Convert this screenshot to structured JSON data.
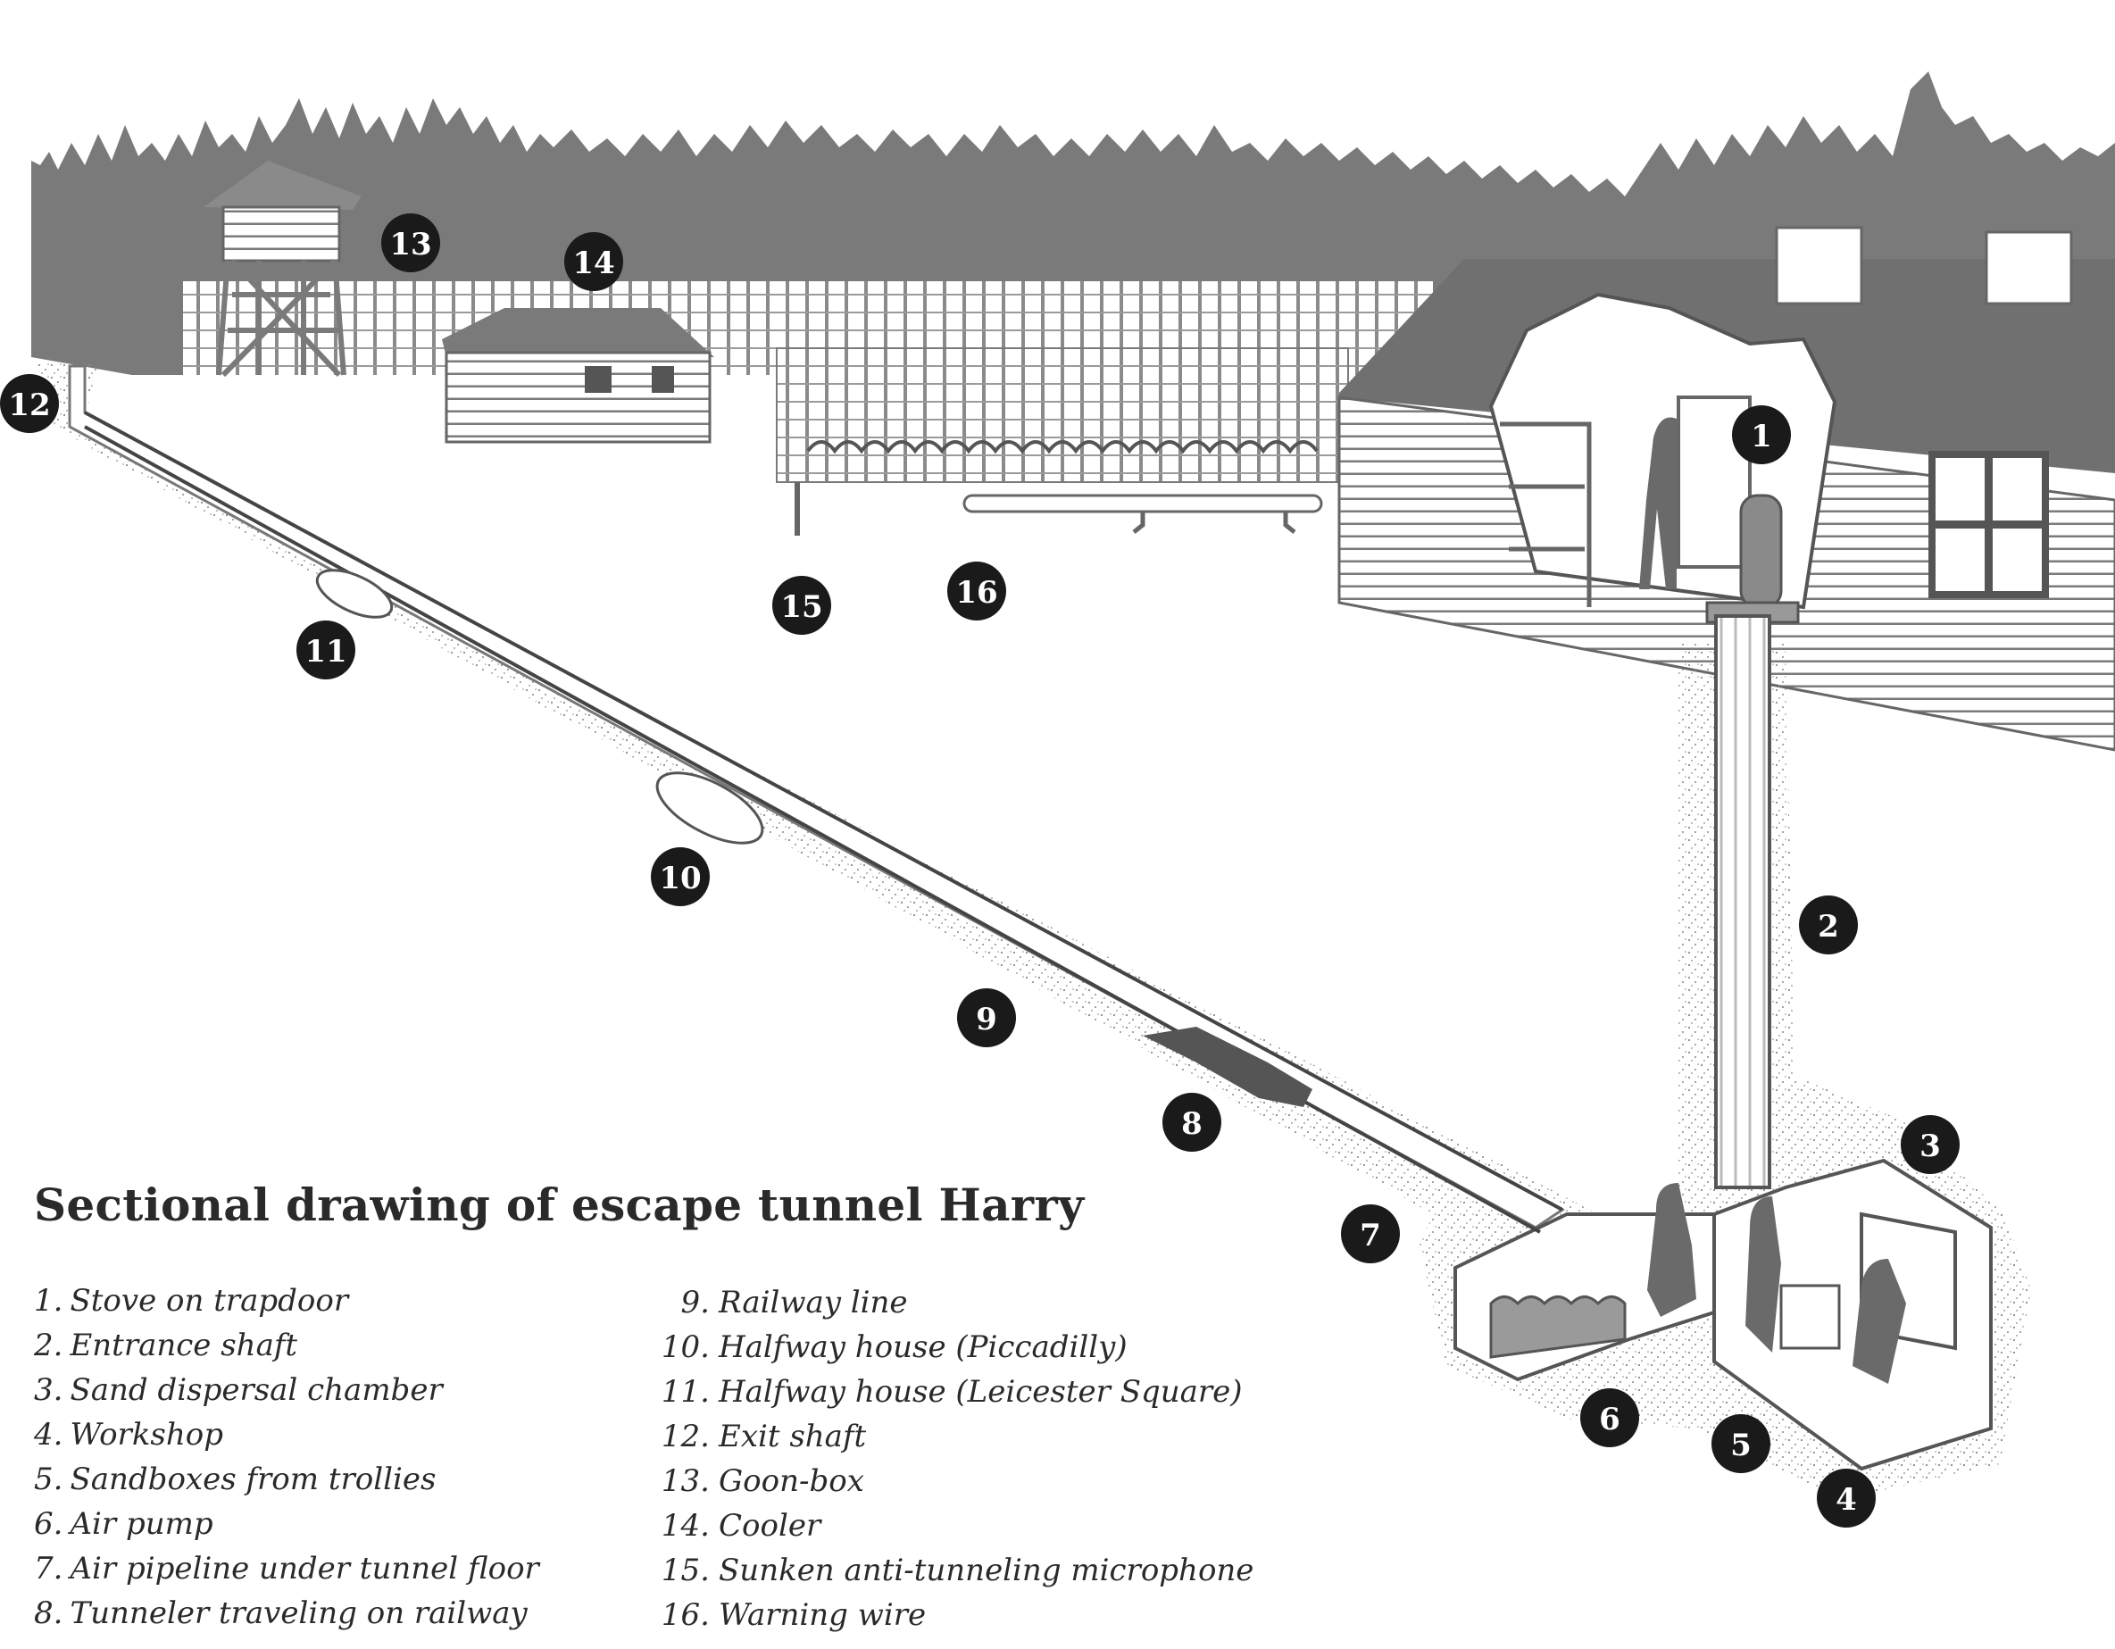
{
  "title": "Sectional drawing of escape tunnel Harry",
  "legend": [
    {
      "number": "1.",
      "label": "Stove on trapdoor"
    },
    {
      "number": "2.",
      "label": "Entrance shaft"
    },
    {
      "number": "3.",
      "label": "Sand dispersal chamber"
    },
    {
      "number": "4.",
      "label": "Workshop"
    },
    {
      "number": "5.",
      "label": "Sandboxes from trollies"
    },
    {
      "number": "6.",
      "label": "Air pump"
    },
    {
      "number": "7.",
      "label": "Air pipeline under tunnel floor"
    },
    {
      "number": "8.",
      "label": "Tunneler traveling on railway"
    },
    {
      "number": "9.",
      "label": "Railway line"
    },
    {
      "number": "10.",
      "label": "Halfway house (Piccadilly)"
    },
    {
      "number": "11.",
      "label": "Halfway house (Leicester Square)"
    },
    {
      "number": "12.",
      "label": "Exit shaft"
    },
    {
      "number": "13.",
      "label": "Goon-box"
    },
    {
      "number": "14.",
      "label": "Cooler"
    },
    {
      "number": "15.",
      "label": "Sunken anti-tunneling microphone"
    },
    {
      "number": "16.",
      "label": "Warning wire"
    }
  ],
  "markers": [
    "1",
    "2",
    "3",
    "4",
    "5",
    "6",
    "7",
    "8",
    "9",
    "10",
    "11",
    "12",
    "13",
    "14",
    "15",
    "16"
  ],
  "colors": {
    "ground_stipple": "#8a8a8a",
    "forest": "#7a7a7a",
    "marker": "#1a1a1a",
    "text": "#2a2a2a"
  }
}
